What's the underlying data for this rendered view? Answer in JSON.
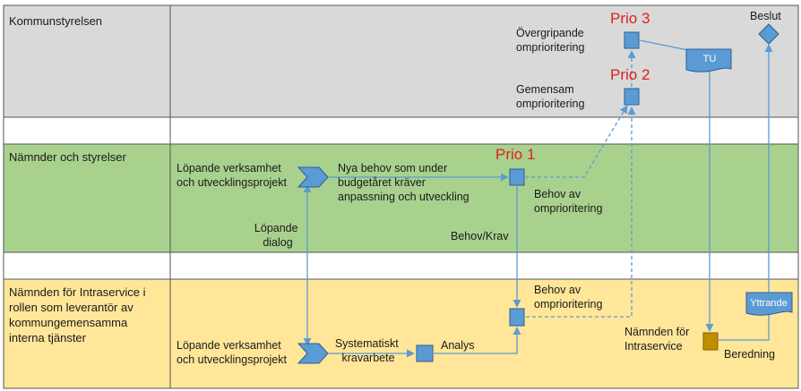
{
  "lanes": {
    "kommunstyrelsen": "Kommunstyrelsen",
    "namnder": "Nämnder och styrelser",
    "intraservice": [
      "Nämnden för Intraservice i",
      "rollen som leverantör av",
      "kommungemensamma",
      "interna tjänster"
    ]
  },
  "prio": {
    "p1": "Prio 1",
    "p2": "Prio 2",
    "p3": "Prio 3"
  },
  "labels": {
    "overgripande": [
      "Övergripande",
      "omprioritering"
    ],
    "gemensam": [
      "Gemensam",
      "omprioritering"
    ],
    "beslut": "Beslut",
    "tu": "TU",
    "lopande_top": [
      "Löpande verksamhet",
      "och utvecklingsprojekt"
    ],
    "nya_behov": [
      "Nya behov som under",
      "budgetåret kräver",
      "anpassning och utveckling"
    ],
    "behov_av_top": [
      "Behov av",
      "omprioritering"
    ],
    "lopande_dialog": [
      "Löpande",
      "dialog"
    ],
    "behov_krav": "Behov/Krav",
    "behov_av_bottom": [
      "Behov av",
      "omprioritering"
    ],
    "yttrande": "Yttrande",
    "namnden_intraservice": [
      "Nämnden för",
      "Intraservice"
    ],
    "beredning": "Beredning",
    "lopande_bottom": [
      "Löpande verksamhet",
      "och utvecklingsprojekt"
    ],
    "systematiskt": [
      "Systematiskt",
      "kravarbete"
    ],
    "analys": "Analys"
  },
  "colors": {
    "lane_gray": "#d9d9d9",
    "lane_green": "#a9d18e",
    "lane_yellow": "#ffe699",
    "shape_blue": "#5b9bd5",
    "shape_orange": "#bf8f00",
    "prio_red": "#e02020"
  }
}
